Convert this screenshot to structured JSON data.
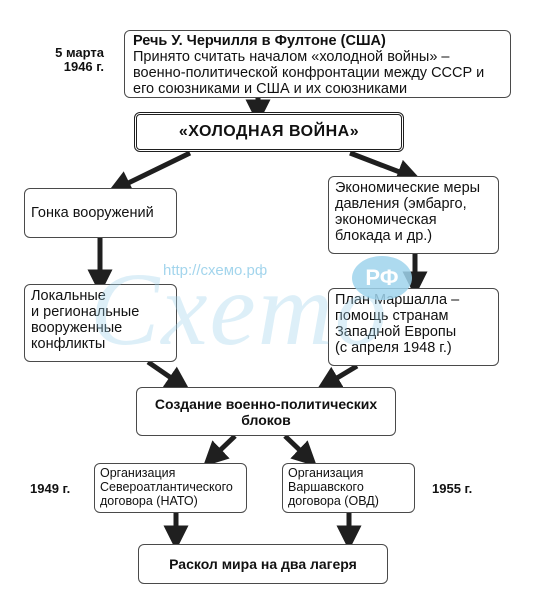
{
  "top": {
    "date": "5 марта\n1946 г.",
    "title": "Речь У. Черчилля в Фултоне (США)",
    "text": "Принято считать началом «холодной войны» – военно-политической конфронтации между СССР и его союзниками и США и их союзниками"
  },
  "cold_war": {
    "title": "«ХОЛОДНАЯ ВОЙНА»"
  },
  "left_branch": {
    "arms_race": "Гонка вооружений",
    "conflicts": "Локальные\nи региональные\nвооруженные\nконфликты"
  },
  "right_branch": {
    "economic": "Экономические меры\nдавления (эмбарго,\nэкономическая\nблокада и др.)",
    "marshall": "План Маршалла –\nпомощь странам\nЗападной Европы\n(с апреля 1948 г.)"
  },
  "blocs": {
    "title": "Создание военно-политических\nблоков"
  },
  "nato": {
    "date": "1949 г.",
    "text": "Организация\nСевероатлантического\nдоговора (НАТО)"
  },
  "warsaw": {
    "date": "1955 г.",
    "text": "Организация\nВаршавского\nдоговора (ОВД)"
  },
  "split": {
    "title": "Раскол мира на два лагеря"
  },
  "watermark": {
    "url": "http://схемо.рф",
    "word": "Cxemo",
    "badge": "РФ"
  },
  "colors": {
    "arrow": "#1f1f1f",
    "border": "#4a4a4a",
    "watermark": "#9fd3ec"
  }
}
